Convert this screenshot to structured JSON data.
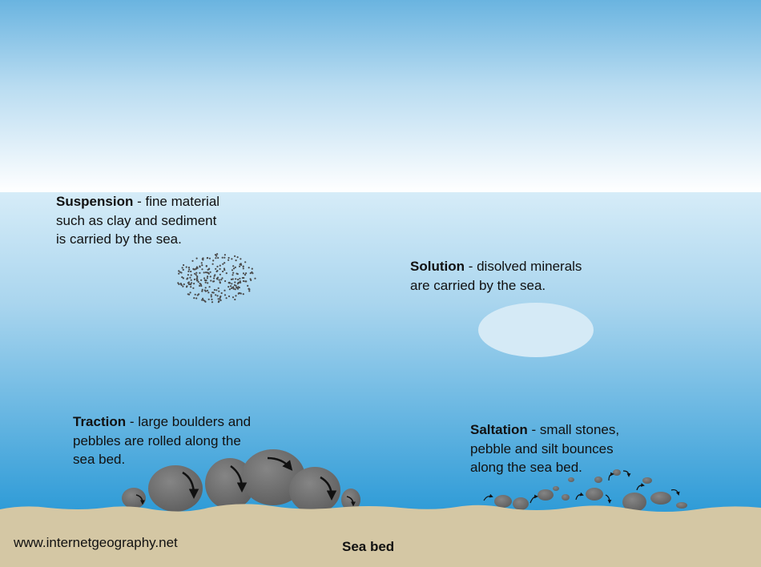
{
  "labels": {
    "suspension": {
      "term": "Suspension",
      "desc_first": " - fine material",
      "line2": "such as clay and sediment",
      "line3": "is carried by the sea."
    },
    "solution": {
      "term": "Solution",
      "desc_first": " - disolved minerals",
      "line2": "are carried by the sea."
    },
    "traction": {
      "term": "Traction",
      "desc_first": " - large boulders and",
      "line2": "pebbles are rolled along the",
      "line3": "sea bed."
    },
    "saltation": {
      "term": "Saltation",
      "desc_first": " - small stones,",
      "line2": "pebble and silt bounces",
      "line3": "along the sea bed."
    }
  },
  "footer": {
    "website": "www.internetgeography.net",
    "seabed_label": "Sea bed"
  },
  "colors": {
    "sky_top": "#6ab4e0",
    "sky_bottom": "#ffffff",
    "sea_top": "#d4ebf7",
    "sea_bottom": "#2a9ad6",
    "sand": "#d4c7a4",
    "rock": "#6e6e6e",
    "dissolved_patch": "#d5eaf6",
    "particles": "#4a4a4a"
  }
}
